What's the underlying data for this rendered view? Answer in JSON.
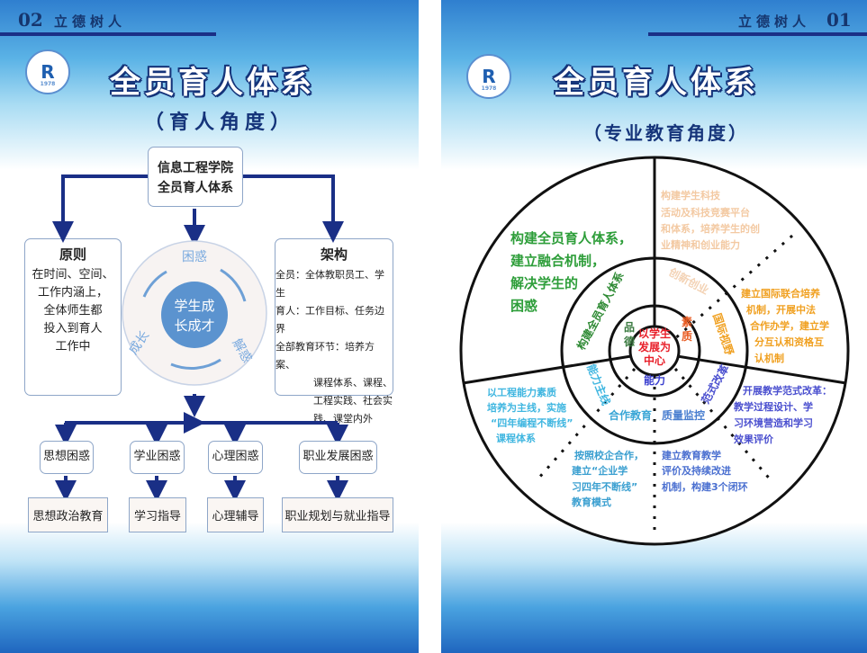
{
  "left": {
    "page_no": "02",
    "header": "立德树人",
    "logo_year": "1978",
    "title": "全员育人体系",
    "subtitle": "（育人角度）",
    "top_box": [
      "信息工程学院",
      "全员育人体系"
    ],
    "principle": {
      "title": "原则",
      "lines": [
        "在时间、空间、",
        "工作内涵上，",
        "全体师生都",
        "投入到育人",
        "工作中"
      ]
    },
    "cycle": {
      "center": [
        "学生成",
        "长成才"
      ],
      "top": "困惑",
      "right": "解惑",
      "left": "成长"
    },
    "structure": {
      "title": "架构",
      "lines": [
        "全员：全体教职员工、学生",
        "育人：工作目标、任务边界",
        "全部教育环节：培养方案、",
        "课程体系、课程、",
        "工程实践、社会实",
        "践、课堂内外"
      ]
    },
    "problems": [
      "思想困惑",
      "学业困惑",
      "心理困惑",
      "职业发展困惑"
    ],
    "solutions": [
      "思想政治教育",
      "学习指导",
      "心理辅导",
      "职业规划与就业指导"
    ]
  },
  "right": {
    "page_no": "01",
    "header": "立德树人",
    "logo_year": "1978",
    "title": "全员育人体系",
    "subtitle": "（专业教育角度）",
    "center": [
      "以学生",
      "发展为",
      "中心"
    ],
    "inner": {
      "pinde": [
        "品",
        "德"
      ],
      "suzhi": [
        "素",
        "质"
      ],
      "nengli": "能力"
    },
    "middle": {
      "a": "构建全员育人体系",
      "b": "创新创业",
      "c": "国际视野",
      "d": "能力主线",
      "e": "范式改革",
      "f": "合作教育",
      "g": "质量监控"
    },
    "outer": {
      "green": [
        "构建全员育人体系，",
        "建立融合机制，",
        "解决学生的",
        "困惑"
      ],
      "tech": [
        "构建学生科技",
        "活动及科技竞赛平台",
        "和体系，培养学生的创",
        "业精神和创业能力"
      ],
      "intl": [
        "建立国际联合培养",
        "机制，开展中法",
        "合作办学，建立学",
        "分互认和资格互",
        "认机制"
      ],
      "eng": [
        "以工程能力素质",
        "培养为主线，实施",
        "“四年编程不断线”",
        "课程体系"
      ],
      "coop": [
        "按照校企合作，",
        "建立“企业学",
        "习四年不断线”",
        "教育模式"
      ],
      "eval": [
        "建立教育教学",
        "评价及持续改进",
        "机制，构建3个闭环"
      ],
      "reform": [
        "开展教学范式改革：",
        "教学过程设计、学",
        "习环境营造和学习",
        "效果评价"
      ]
    }
  },
  "colors": {
    "navy": "#1a2f86",
    "green": "#2e9e3a",
    "orange": "#f0a020",
    "cyan": "#3fb6e0",
    "blue": "#4a4fcf",
    "red": "#e8202a"
  }
}
